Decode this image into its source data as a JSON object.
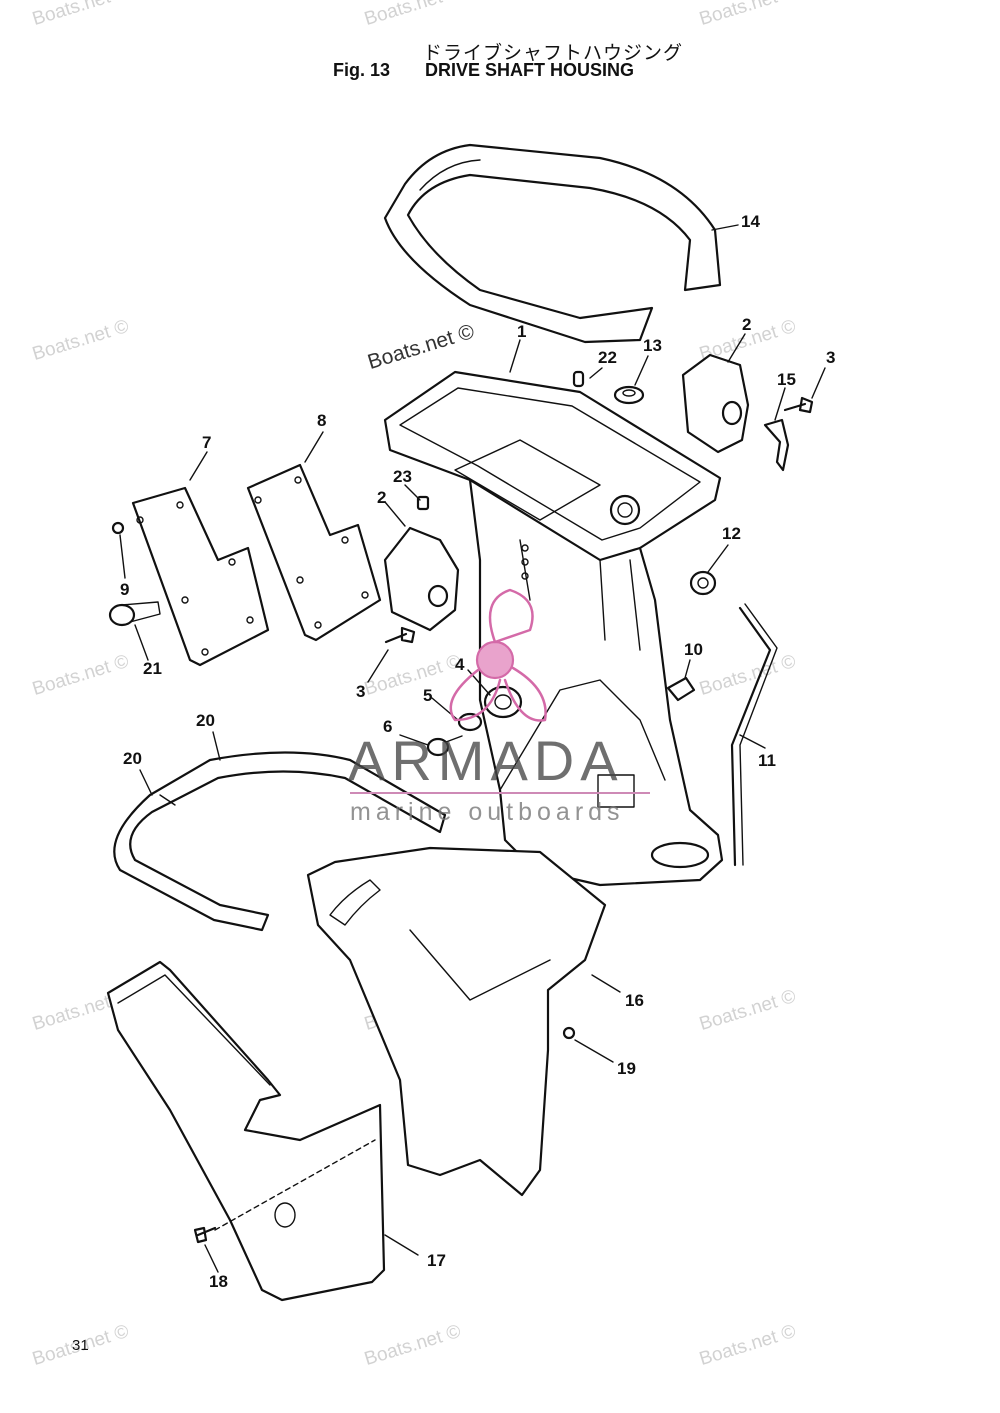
{
  "header": {
    "title_jp": "ドライブシャフトハウジング",
    "fig_label": "Fig. 13",
    "title_en": "DRIVE SHAFT HOUSING"
  },
  "page_number": "31",
  "watermark": {
    "text": "Boats.net ©"
  },
  "brand": {
    "name": "ARMADA",
    "tagline": "marine outboards",
    "accent_color": "#d46aa8"
  },
  "callouts": [
    "14",
    "1",
    "22",
    "13",
    "2",
    "15",
    "3",
    "7",
    "8",
    "23",
    "2",
    "9",
    "21",
    "12",
    "10",
    "3",
    "4",
    "5",
    "6",
    "11",
    "20",
    "20",
    "16",
    "19",
    "18",
    "17"
  ]
}
